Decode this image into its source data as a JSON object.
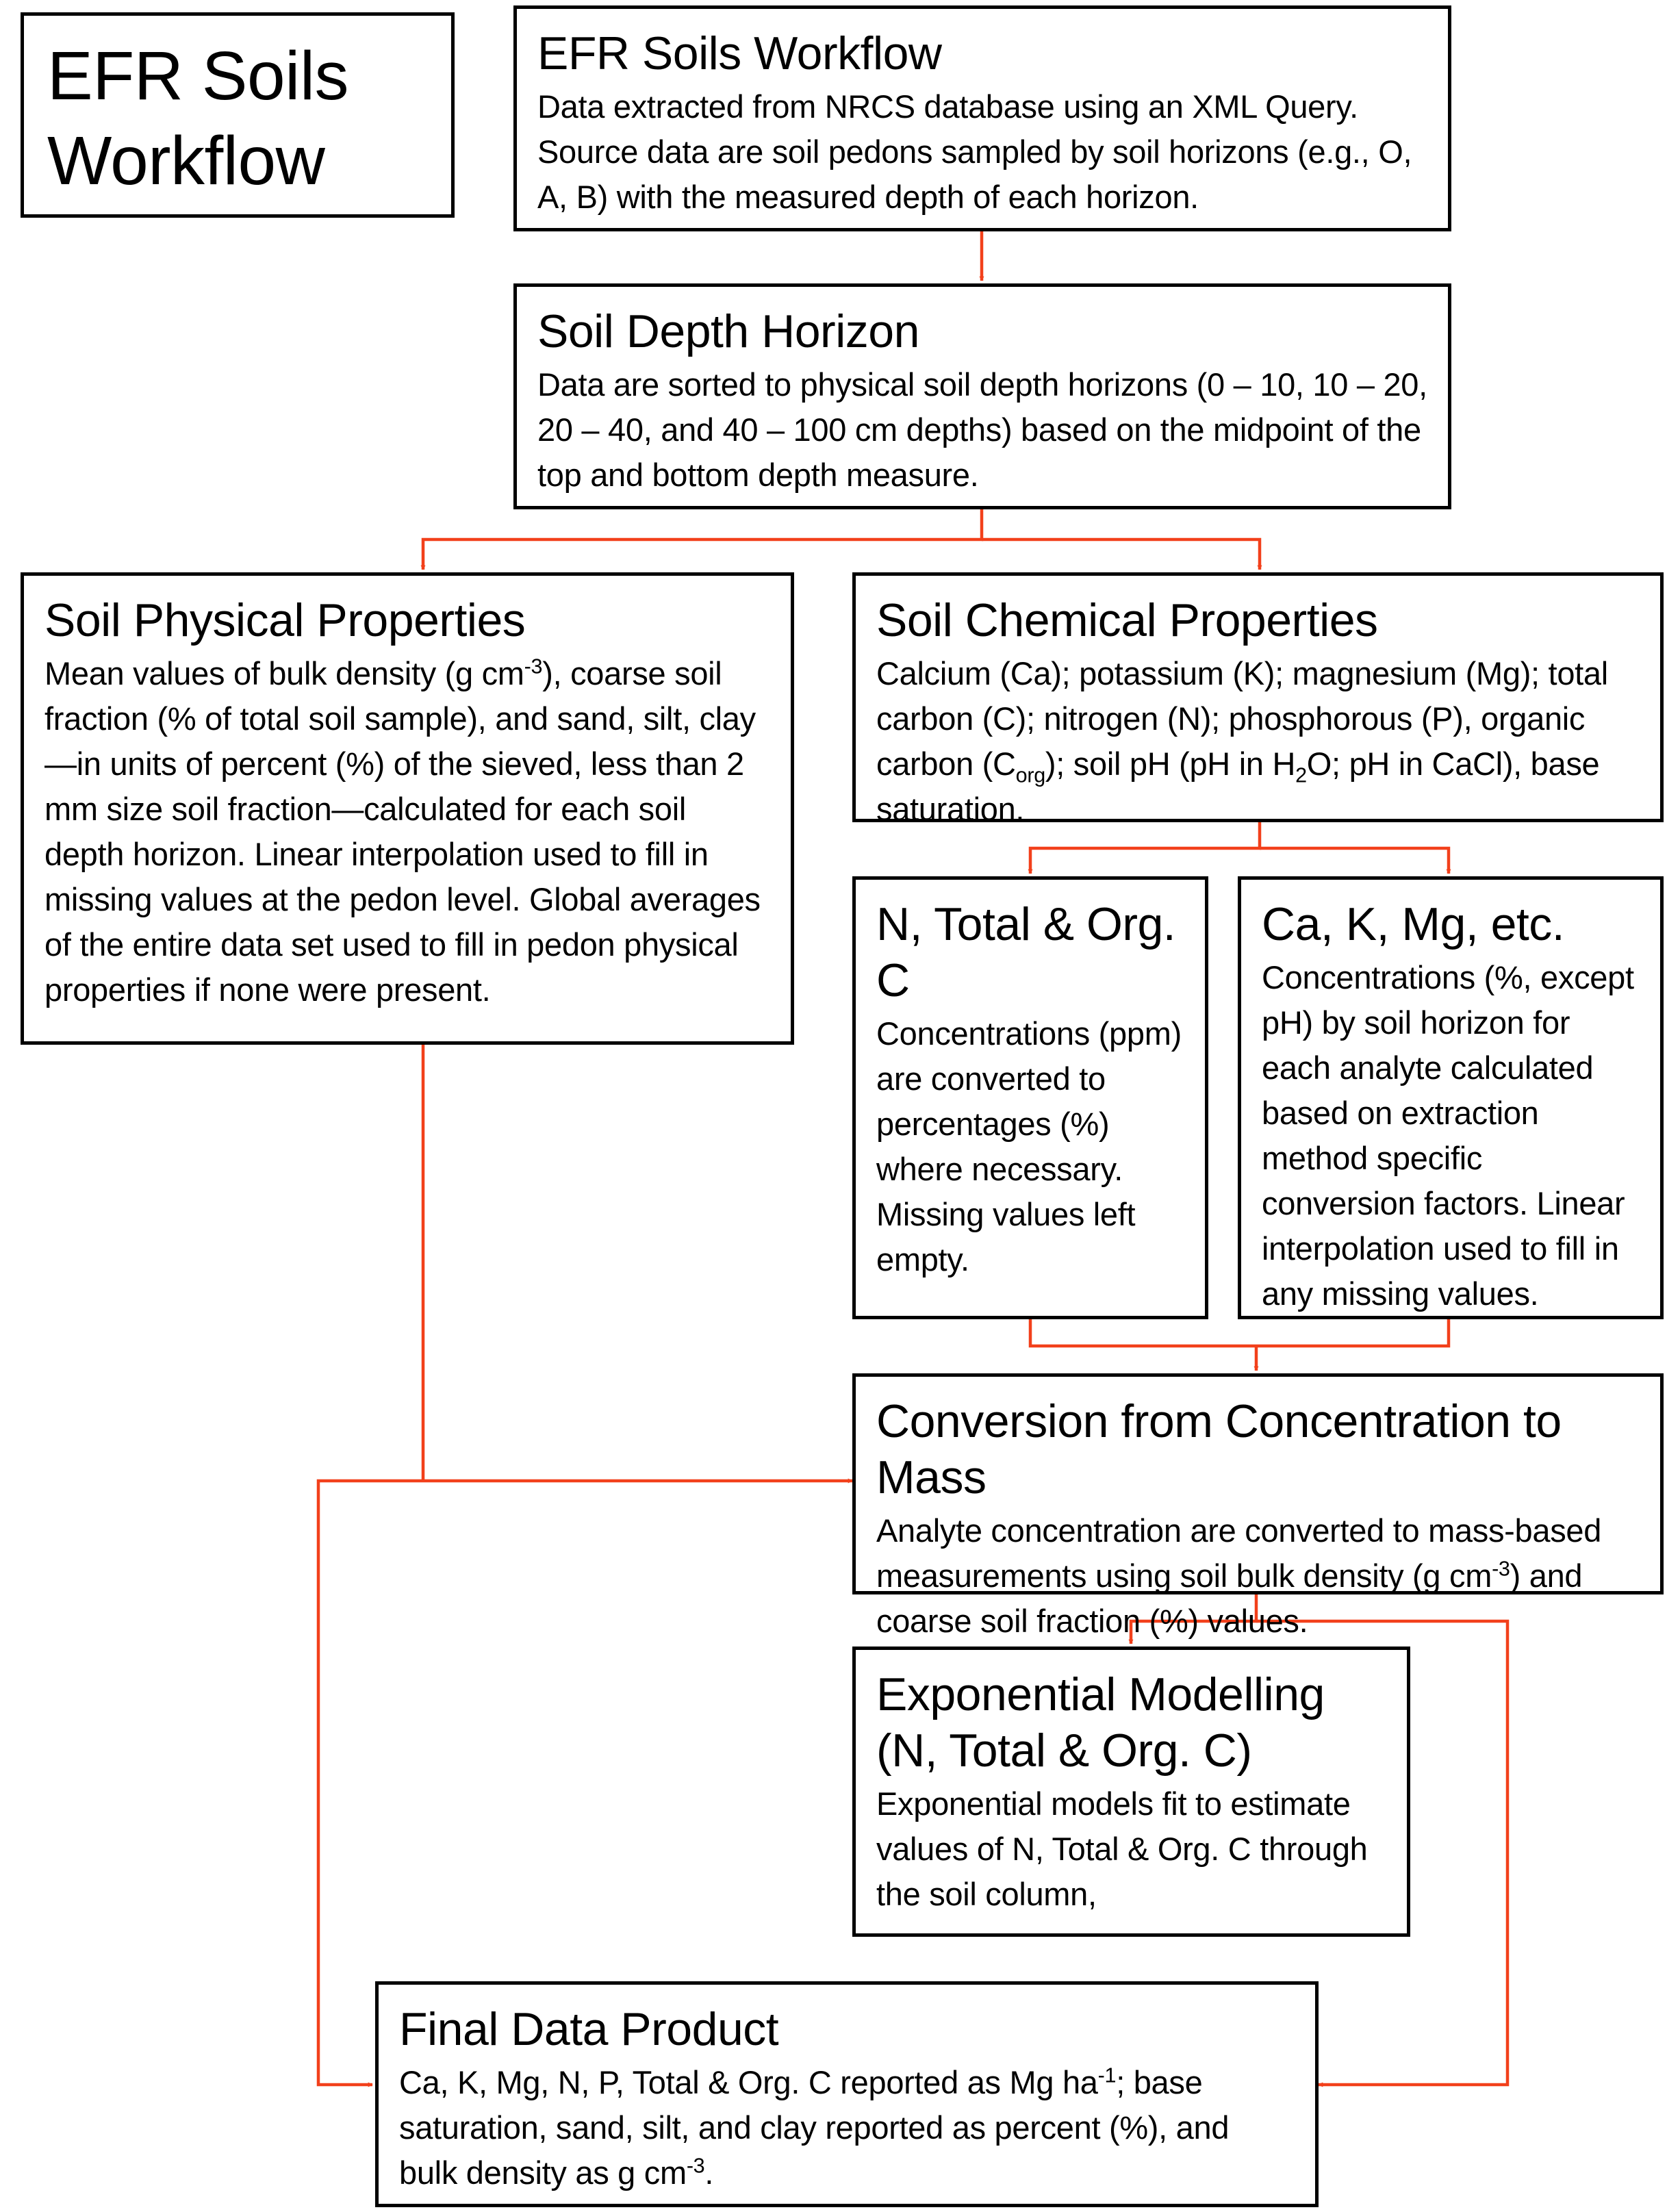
{
  "colors": {
    "connector": "#f2401b",
    "border": "#000000",
    "text": "#000000"
  },
  "title": {
    "line1": "EFR Soils",
    "line2": "Workflow"
  },
  "workflow": {
    "title": "EFR Soils Workflow",
    "text": "Data extracted from NRCS database using an XML Query. Source data are soil pedons sampled by soil horizons (e.g., O, A, B) with the measured depth of each horizon."
  },
  "depth": {
    "title": "Soil Depth Horizon",
    "text": "Data are sorted to physical soil depth horizons (0 – 10, 10 – 20, 20 – 40, and 40 – 100 cm depths) based on the midpoint of the top and bottom depth measure."
  },
  "physical": {
    "title": "Soil Physical Properties",
    "text_a": "Mean values of bulk density (g cm",
    "sup_a": "-3",
    "text_b": "), coarse soil fraction (% of total soil sample), and sand, silt, clay—in units of percent (%) of the sieved, less than 2 mm size soil fraction—calculated for each soil depth horizon. Linear interpolation used to fill in missing values at the pedon level. Global averages of the entire data set used to fill in pedon physical properties if none were  present."
  },
  "chemical": {
    "title": "Soil Chemical Properties",
    "text_a": "Calcium (Ca); potassium (K); magnesium (Mg); total carbon (C); nitrogen (N); phosphorous (P), organic carbon (C",
    "sub_a": "org",
    "text_b": "); soil pH (pH in H",
    "sub_b": "2",
    "text_c": "O; pH in CaCl), base saturation."
  },
  "ntotal": {
    "title": "N, Total & Org. C",
    "text": "Concentrations (ppm) are converted to percentages (%) where necessary. Missing values left empty."
  },
  "cakmg": {
    "title": "Ca, K, Mg, etc.",
    "text": "Concentrations (%, except pH) by soil horizon for each analyte calculated based on extraction method specific conversion factors. Linear interpolation used to fill in any missing values."
  },
  "conversion": {
    "title": "Conversion from Concentration to Mass",
    "text_a": "Analyte concentration are converted to mass-based measurements using soil bulk density (g cm",
    "sup_a": "-3",
    "text_b": ") and coarse soil fraction (%) values."
  },
  "exponential": {
    "title": "Exponential Modelling (N, Total & Org. C)",
    "text": "Exponential models fit to estimate values of N, Total & Org. C through the soil column,"
  },
  "final": {
    "title": "Final Data Product",
    "text_a": "Ca, K, Mg, N, P, Total & Org. C reported as Mg ha",
    "sup_a": "-1",
    "text_b": "; base saturation, sand, silt, and clay reported as percent (%), and bulk density as g cm",
    "sup_b": "-3",
    "text_c": "."
  }
}
